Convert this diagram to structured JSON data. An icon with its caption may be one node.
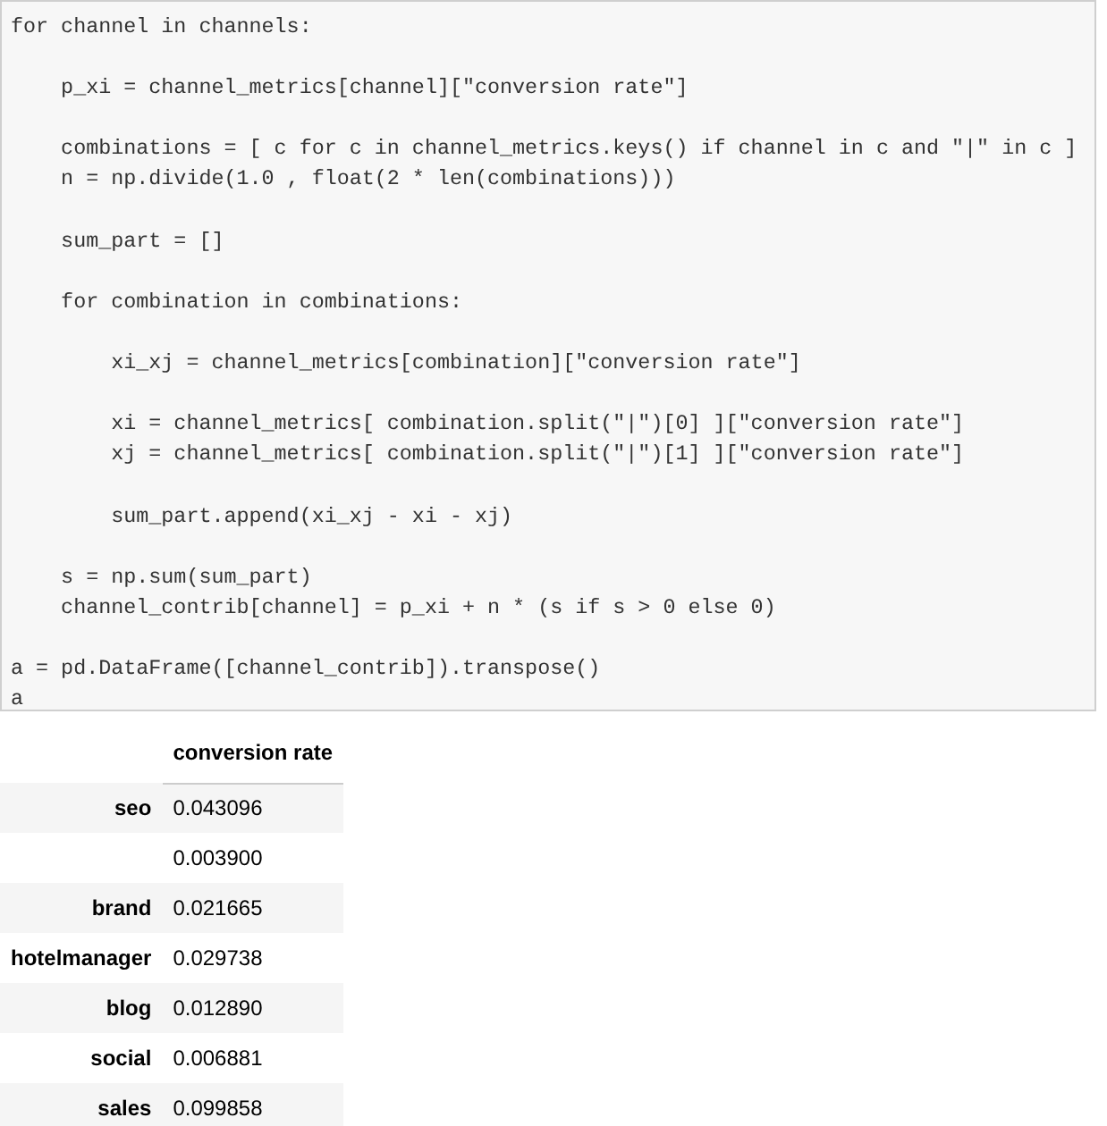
{
  "diagram": {
    "labels": [
      "for channel in channels:\n\n    p_xi = channel_metrics[channel][\"conversion rate\"]\n\n    combinations = [ c for c in channel_metrics.keys() if channel in c and \"|\" in c ]\n    n = np.divide(1.0 , float(2 * len(combinations)))\n\n    sum_part = []\n\n    for combination in combinations:\n\n        xi_xj = channel_metrics[combination][\"conversion rate\"]\n\n        xi = channel_metrics[ combination.split(\"|\")[0] ][\"conversion rate\"]\n        xj = channel_metrics[ combination.split(\"|\")[1] ][\"conversion rate\"]\n\n        sum_part.append(xi_xj - xi - xj)\n\n    s = np.sum(sum_part)\n    channel_contrib[channel] = p_xi + n * (s if s > 0 else 0)\n\na = pd.DataFrame([channel_contrib]).transpose()\na",
      "conversion rate",
      "seo",
      "0.043096",
      "0.003900",
      "brand",
      "0.021665",
      "hotelmanager",
      "0.029738",
      "blog",
      "0.012890",
      "social",
      "0.006881",
      "sales",
      "0.099858"
    ]
  }
}
